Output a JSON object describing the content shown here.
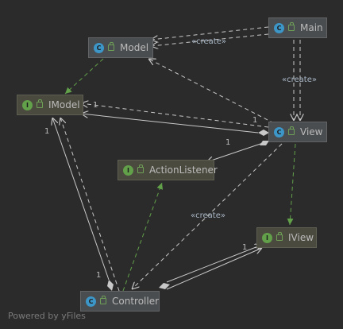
{
  "nodes": {
    "main": {
      "name": "Main",
      "kind": "C"
    },
    "model": {
      "name": "Model",
      "kind": "C"
    },
    "imodel": {
      "name": "IModel",
      "kind": "I"
    },
    "view": {
      "name": "View",
      "kind": "C"
    },
    "actionlistener": {
      "name": "ActionListener",
      "kind": "I"
    },
    "iview": {
      "name": "IView",
      "kind": "I"
    },
    "controller": {
      "name": "Controller",
      "kind": "C"
    }
  },
  "edge_labels": {
    "create_main_model": "«create»",
    "create_main_view": "«create»",
    "create_view_controller": "«create»"
  },
  "multiplicities": {
    "view_imodel_left": "1",
    "view_imodel_right": "1",
    "view_actionlistener": "1",
    "controller_imodel_top": "1",
    "controller_imodel_bottom": "1",
    "controller_iview": "1"
  },
  "footer": "Powered by yFiles",
  "colors": {
    "background": "#2b2b2b",
    "edge": "#c8c8c8",
    "realization": "#62a04a",
    "class_badge": "#3d96c8",
    "interface_badge": "#62a04a"
  }
}
